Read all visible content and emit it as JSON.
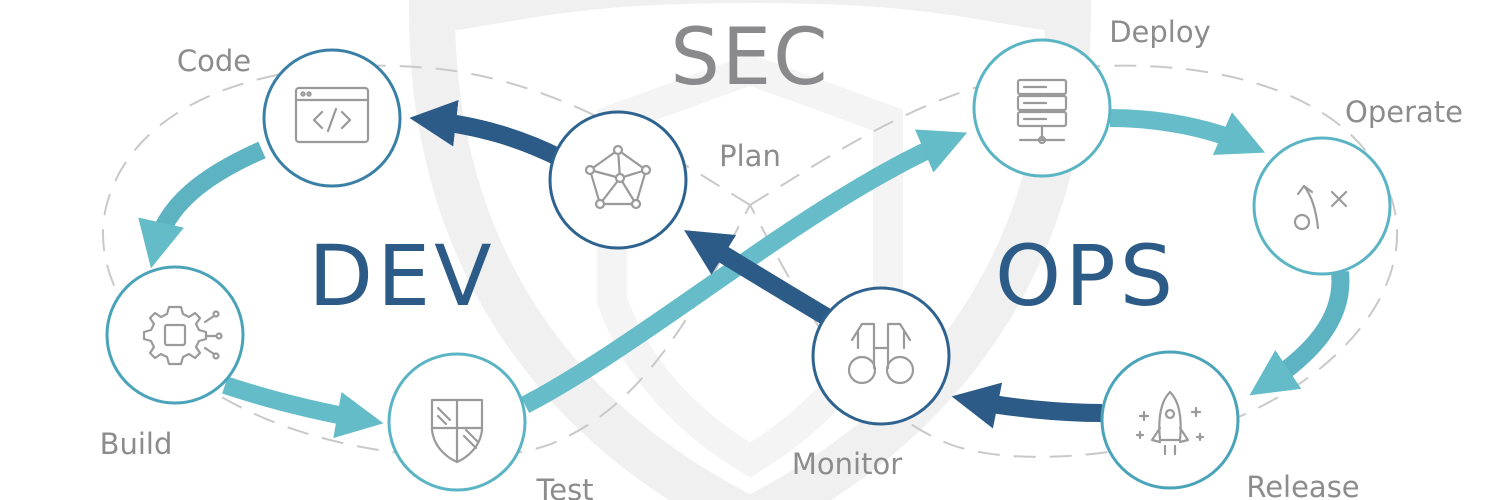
{
  "title": "SEC",
  "sides": {
    "dev": "DEV",
    "ops": "OPS"
  },
  "nodes": {
    "code": "Code",
    "plan": "Plan",
    "build": "Build",
    "test": "Test",
    "deploy": "Deploy",
    "operate": "Operate",
    "release": "Release",
    "monitor": "Monitor"
  },
  "colors": {
    "dark_blue": "#2b5b86",
    "teal": "#5eb6c4",
    "grey": "#8a8a8c",
    "dashed_track": "#c8c8c8",
    "shield_watermark": "#f2f2f2"
  },
  "icons": {
    "code": "code-window-icon",
    "plan": "network-graph-icon",
    "build": "gear-chip-icon",
    "test": "shield-icon",
    "deploy": "server-icon",
    "operate": "strategy-play-icon",
    "release": "rocket-icon",
    "monitor": "binoculars-icon"
  }
}
